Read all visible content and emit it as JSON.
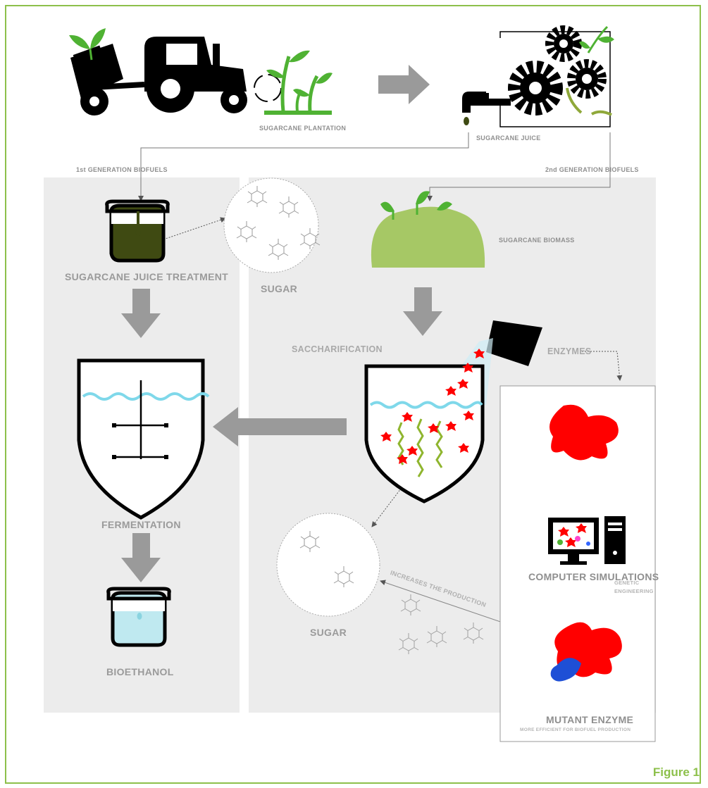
{
  "labels": {
    "plantation": "SUGARCANE PLANTATION",
    "juice": "SUGARCANE JUICE",
    "gen1": "1st GENERATION  BIOFUELS",
    "gen2": "2nd GENERATION  BIOFUELS",
    "biomass": "SUGARCANE BIOMASS",
    "juice_treatment": "SUGARCANE JUICE TREATMENT",
    "sugar_top": "SUGAR",
    "saccharification": "SACCHARIFICATION",
    "enzymes": "ENZYMES",
    "fermentation": "FERMENTATION",
    "bioethanol": "BIOETHANOL",
    "sugar_bottom": "SUGAR",
    "increases": "INCREASES THE PRODUCTION",
    "computer_simulations": "COMPUTER SIMULATIONS",
    "genetic_engineering_1": "GENETIC",
    "genetic_engineering_2": "ENGINEERING",
    "mutant_enzyme": "MUTANT ENZYME",
    "mutant_sub": "MORE EFFICIENT FOR BIOFUEL PRODUCTION"
  },
  "figure_caption": "Figure 1",
  "colors": {
    "frame": "#8dc04b",
    "panel": "#ececec",
    "arrow": "#9a9a9a",
    "enzyme": "#ff0000",
    "mutant_part": "#1e4fd6",
    "plant": "#4fb233",
    "juice": "#3f4a12",
    "ethanol": "#bfe9f0",
    "biomass": "#a6c865"
  }
}
